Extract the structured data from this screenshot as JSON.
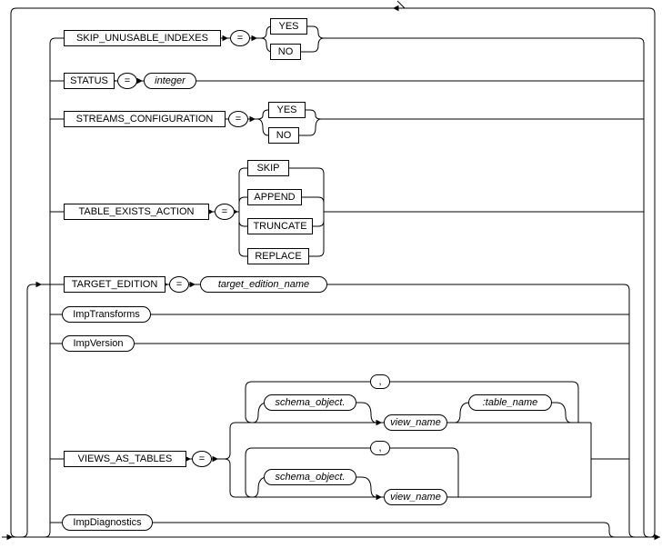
{
  "colors": {
    "line": "#000000",
    "background": "#ffffff",
    "text": "#000000"
  },
  "symbols": {
    "equals": "=",
    "comma": ","
  },
  "branches": [
    {
      "type": "keyword-assign-choice",
      "keyword": "SKIP_UNUSABLE_INDEXES",
      "choices": [
        "YES",
        "NO"
      ]
    },
    {
      "type": "keyword-assign-value",
      "keyword": "STATUS",
      "value": "integer"
    },
    {
      "type": "keyword-assign-choice",
      "keyword": "STREAMS_CONFIGURATION",
      "choices": [
        "YES",
        "NO"
      ]
    },
    {
      "type": "keyword-assign-choice",
      "keyword": "TABLE_EXISTS_ACTION",
      "choices": [
        "SKIP",
        "APPEND",
        "TRUNCATE",
        "REPLACE"
      ]
    },
    {
      "type": "keyword-assign-value",
      "keyword": "TARGET_EDITION",
      "value": "target_edition_name"
    },
    {
      "type": "subdiagram",
      "subdiagram": "ImpTransforms"
    },
    {
      "type": "subdiagram",
      "subdiagram": "ImpVersion"
    },
    {
      "type": "keyword-assign-forms",
      "keyword": "VIEWS_AS_TABLES",
      "forms": [
        {
          "prefix": "schema_object.",
          "name": "view_name",
          "suffix": ":table_name",
          "separator": ","
        },
        {
          "prefix": "schema_object.",
          "name": "view_name",
          "separator": ","
        }
      ]
    },
    {
      "type": "subdiagram",
      "subdiagram": "ImpDiagnostics"
    }
  ]
}
